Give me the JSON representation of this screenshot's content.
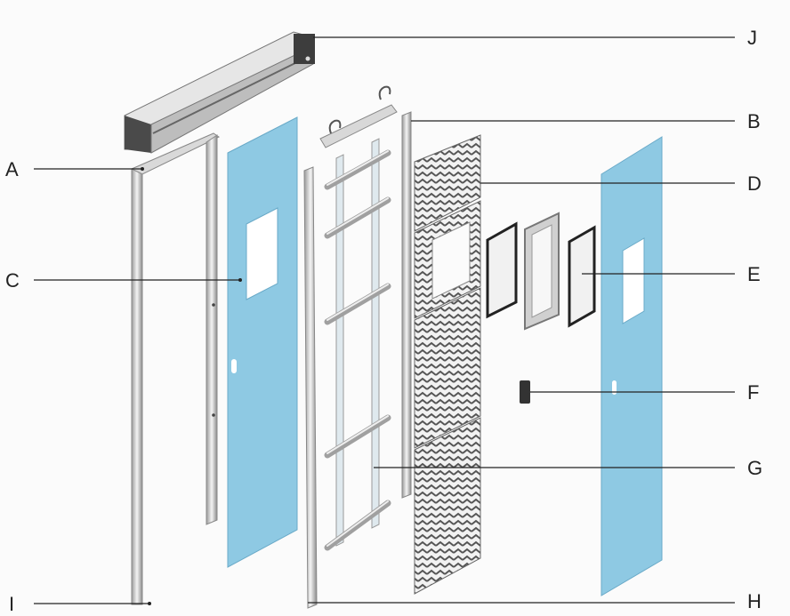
{
  "labels": {
    "A": "A",
    "B": "B",
    "C": "C",
    "D": "D",
    "E": "E",
    "F": "F",
    "G": "G",
    "H": "H",
    "I": "I",
    "J": "J"
  },
  "colors": {
    "panel_blue": "#8ec9e3",
    "frame_gray": "#d8d8d8",
    "frame_dark": "#8a8a8a",
    "rail_top": "#5c5c5c",
    "honeycomb": "#6e6e6e",
    "leader": "#222222"
  }
}
